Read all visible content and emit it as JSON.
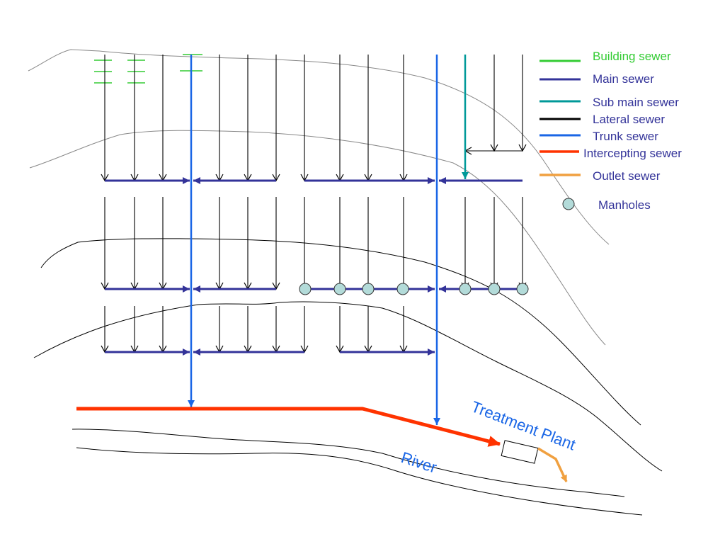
{
  "legend": {
    "building_sewer": {
      "label": "Building sewer",
      "color": "#33cc33"
    },
    "main_sewer": {
      "label": "Main sewer",
      "color": "#333399"
    },
    "sub_main_sewer": {
      "label": "Sub main sewer",
      "color": "#009999"
    },
    "lateral_sewer": {
      "label": "Lateral sewer",
      "color": "#000000"
    },
    "trunk_sewer": {
      "label": "Trunk sewer",
      "color": "#1a66e6"
    },
    "intercepting_sewer": {
      "label": "Intercepting sewer",
      "color": "#ff3300"
    },
    "outlet_sewer": {
      "label": "Outlet sewer",
      "color": "#f0a040"
    },
    "manholes": {
      "label": "Manholes",
      "color": "#b3dbd9"
    }
  },
  "labels": {
    "treatment_plant": "Treatment Plant",
    "river": "River"
  },
  "colors": {
    "legend_text": "#333399",
    "building_text": "#33cc33",
    "blue_label": "#1a66e6",
    "contour": "#000000",
    "contour_light": "#888888"
  }
}
